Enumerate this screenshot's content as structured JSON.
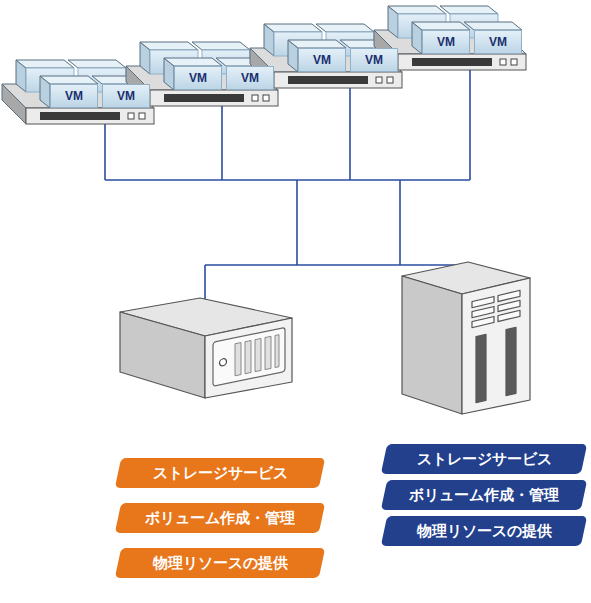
{
  "diagram": {
    "nodes": [
      {
        "text": [
          "VM"
        ]
      },
      {
        "text": [
          "VM"
        ]
      },
      {
        "text": [
          "VM"
        ]
      },
      {
        "text": [
          "VM"
        ]
      },
      {
        "text": [
          "VM"
        ]
      },
      {
        "text": [
          "VM"
        ]
      },
      {
        "text": [
          "VM"
        ]
      },
      {
        "text": [
          "VM"
        ]
      },
      {
        "text": [
          "ストレージサービス"
        ]
      },
      {
        "text": [
          "ボリューム作成・管理"
        ]
      },
      {
        "text": [
          "物理リソースの提供"
        ]
      },
      {
        "text": [
          "ストレージサービス"
        ]
      },
      {
        "text": [
          "ボリューム作成・管理"
        ]
      },
      {
        "text": [
          "物理リソースの提供"
        ]
      }
    ]
  }
}
